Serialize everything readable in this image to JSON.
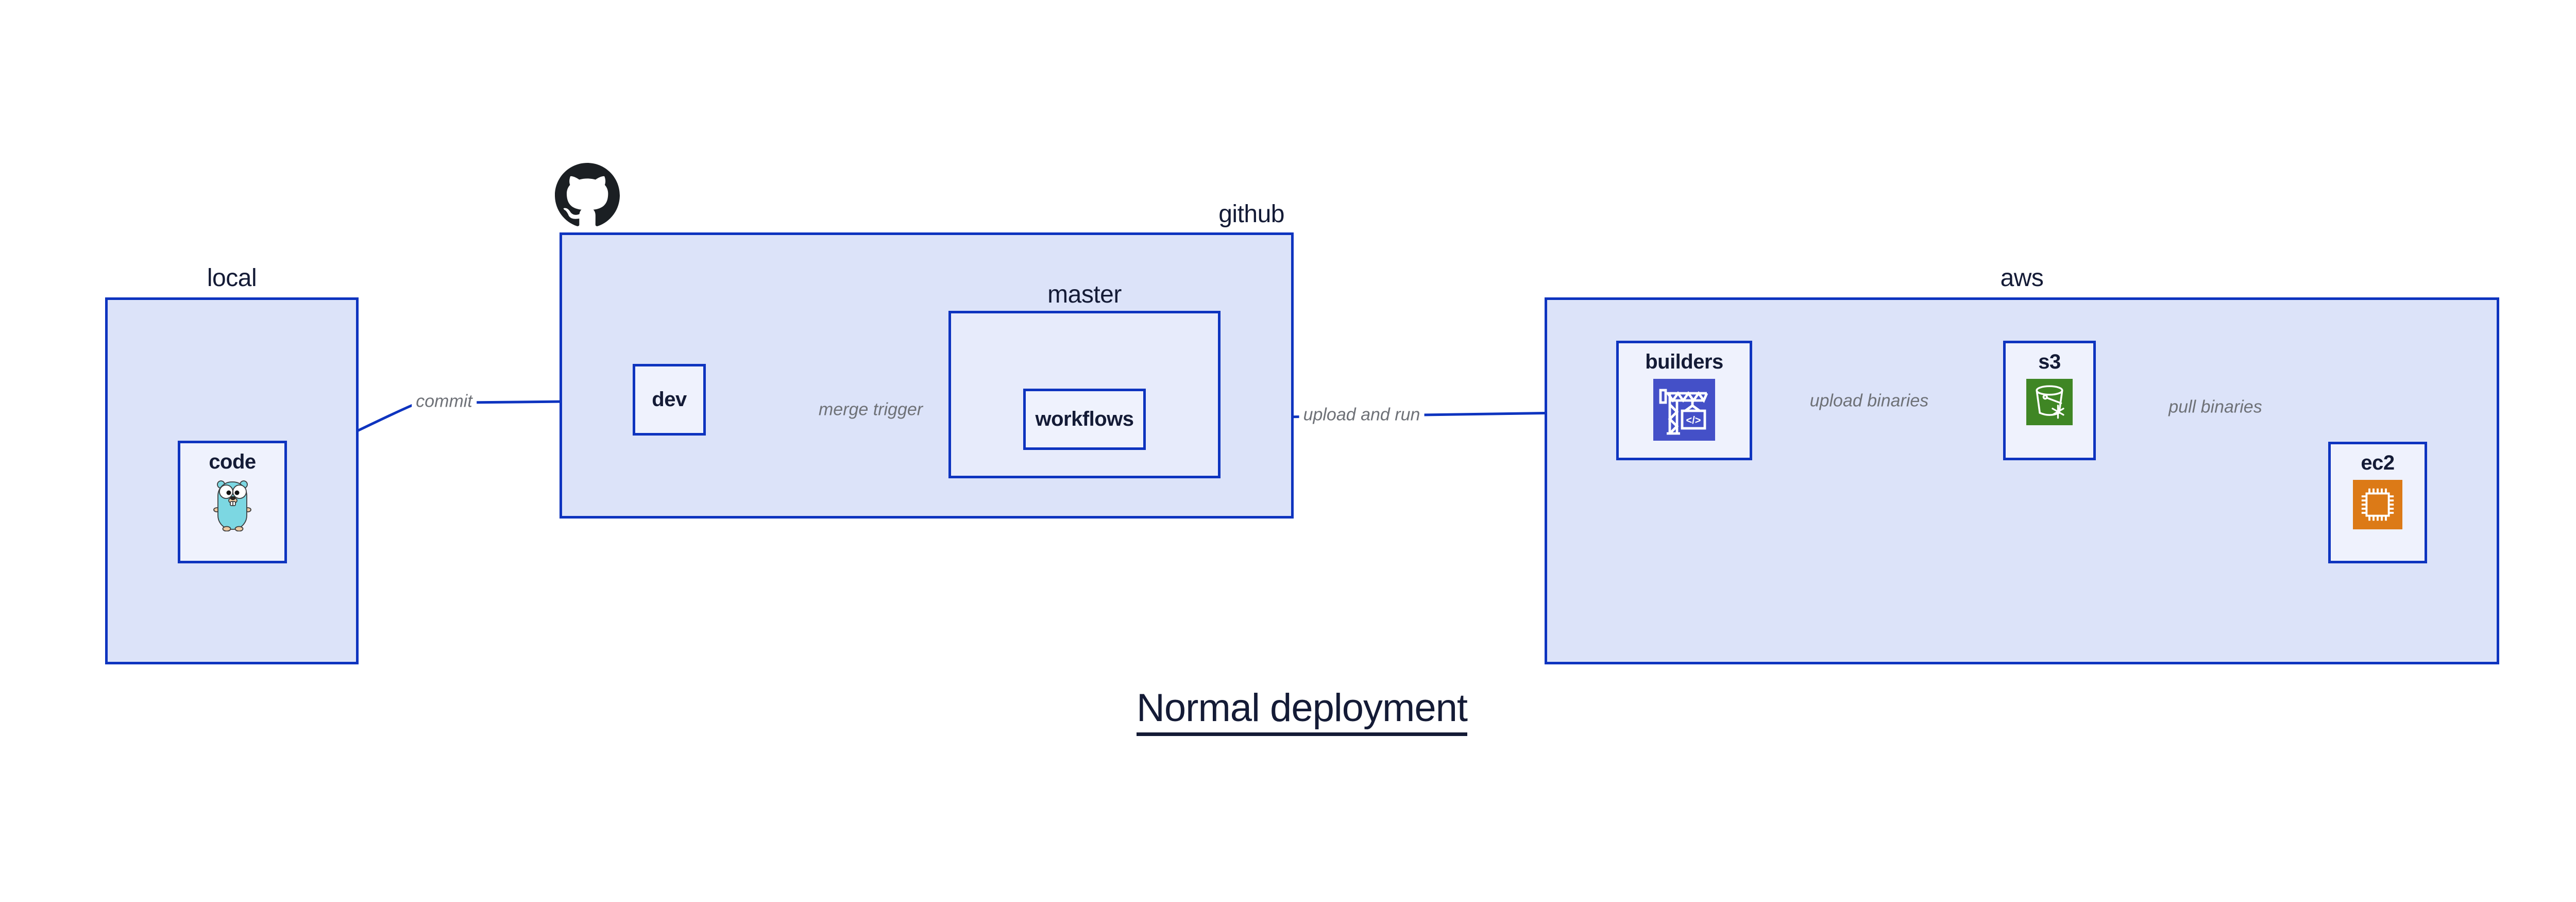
{
  "title": "Normal deployment",
  "colors": {
    "canvas_bg": "#ffffff",
    "accent": "#0e34bf",
    "group_fill": "#dce3f9",
    "master_fill": "#e7ebfb",
    "node_fill": "#eff2fd",
    "text_dark": "#141b36",
    "edge_label_color": "#6e7177",
    "github_logo": "#1b1f23",
    "builders_icon_bg": "#4450c8",
    "s3_icon_bg": "#3f8624",
    "ec2_icon_bg": "#dc7a17",
    "gopher_body": "#7cd7e2",
    "gopher_skin": "#eec9a1"
  },
  "groups": {
    "local": {
      "label": "local"
    },
    "github": {
      "label": "github"
    },
    "master": {
      "label": "master"
    },
    "aws": {
      "label": "aws"
    }
  },
  "nodes": {
    "code": {
      "label": "code"
    },
    "dev": {
      "label": "dev"
    },
    "workflows": {
      "label": "workflows"
    },
    "builders": {
      "label": "builders"
    },
    "s3": {
      "label": "s3"
    },
    "ec2": {
      "label": "ec2"
    }
  },
  "edges": {
    "commit": {
      "label": "commit"
    },
    "merge_trigger": {
      "label": "merge trigger"
    },
    "upload_and_run": {
      "label": "upload and run"
    },
    "upload_binaries": {
      "label": "upload binaries"
    },
    "pull_binaries": {
      "label": "pull binaries"
    }
  },
  "icons": {
    "github": "github-octocat-logo",
    "code": "go-gopher-mascot",
    "builders": "codebuild-crane-icon",
    "s3": "s3-bucket-snowflake-icon",
    "ec2": "ec2-chip-icon",
    "code_glyph": "</>"
  }
}
